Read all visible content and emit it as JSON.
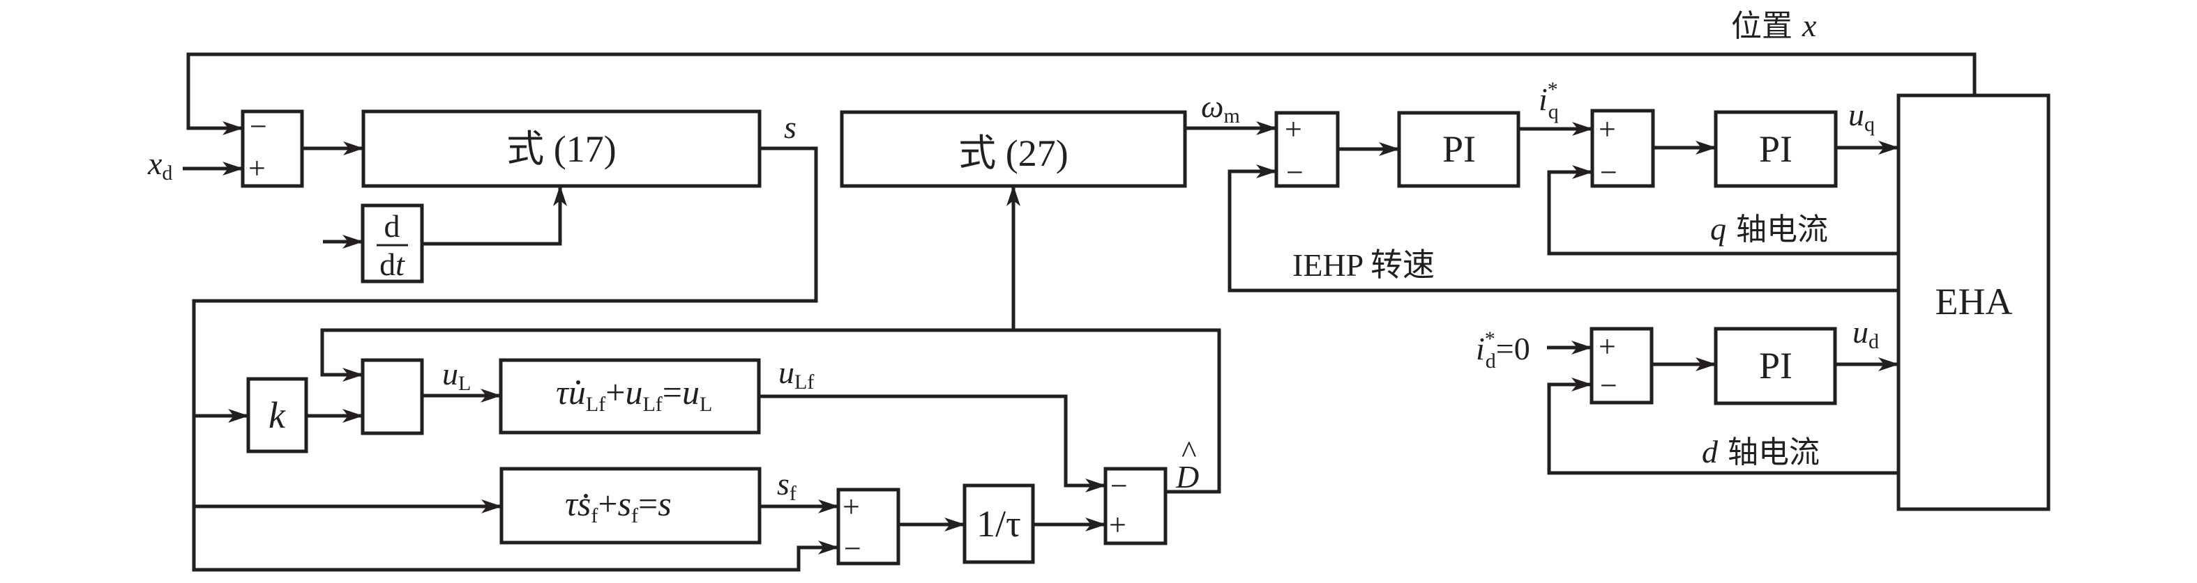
{
  "diagram": {
    "title": "EHA sliding-mode position control block diagram",
    "colors": {
      "stroke": "#231f20",
      "background": "#ffffff"
    },
    "blocks": {
      "sum_position": {
        "signs": [
          "−",
          "+"
        ]
      },
      "eq17": {
        "label": "式 (17)"
      },
      "ddt": {
        "numerator": "d",
        "denominator_d": "d",
        "denominator_t": "t"
      },
      "eq27": {
        "label": "式 (27)"
      },
      "sum_speed": {
        "signs": [
          "+",
          "−"
        ]
      },
      "pi_speed": {
        "label": "PI"
      },
      "sum_iq": {
        "signs": [
          "+",
          "−"
        ]
      },
      "pi_iq": {
        "label": "PI"
      },
      "eha": {
        "label": "EHA"
      },
      "sum_id": {
        "signs": [
          "+",
          "−"
        ]
      },
      "pi_id": {
        "label": "PI"
      },
      "gain_k": {
        "label": "k"
      },
      "blank_block": {
        "label": ""
      },
      "filter_ul": {
        "tau": "τ",
        "u": "u",
        "sub1": "Lf",
        "plus": "+",
        "u2": "u",
        "sub2": "Lf",
        "eq": "=",
        "u3": "u",
        "sub3": "L"
      },
      "filter_s": {
        "tau": "τ",
        "s1": "s",
        "sub1": "f",
        "plus": "+",
        "s2": "s",
        "sub2": "f",
        "eq": "=",
        "s3": "s"
      },
      "sum_sf": {
        "signs": [
          "+",
          "−"
        ]
      },
      "inv_tau": {
        "label": "1/τ"
      },
      "sum_d": {
        "signs": [
          "−",
          "+"
        ]
      }
    },
    "signals": {
      "position_feedback": {
        "text": "位置 ",
        "var": "x"
      },
      "xd": {
        "var": "x",
        "sub": "d"
      },
      "s": {
        "var": "s"
      },
      "omega_m": {
        "var": "ω",
        "sub": "m"
      },
      "iq_ref": {
        "var": "i",
        "sup": "*",
        "sub": "q"
      },
      "uq": {
        "var": "u",
        "sub": "q"
      },
      "q_current": {
        "var": "q",
        "text": " 轴电流"
      },
      "iehp_speed": {
        "text": "IEHP 转速"
      },
      "id_ref": {
        "var": "i",
        "sup": "*",
        "sub": "d",
        "value": "=0"
      },
      "ud": {
        "var": "u",
        "sub": "d"
      },
      "d_current": {
        "var": "d",
        "text": " 轴电流"
      },
      "uL": {
        "var": "u",
        "sub": "L"
      },
      "uLf": {
        "var": "u",
        "sub": "Lf"
      },
      "sf": {
        "var": "s",
        "sub": "f"
      },
      "d_hat": {
        "var": "D",
        "accent": "^"
      }
    }
  }
}
